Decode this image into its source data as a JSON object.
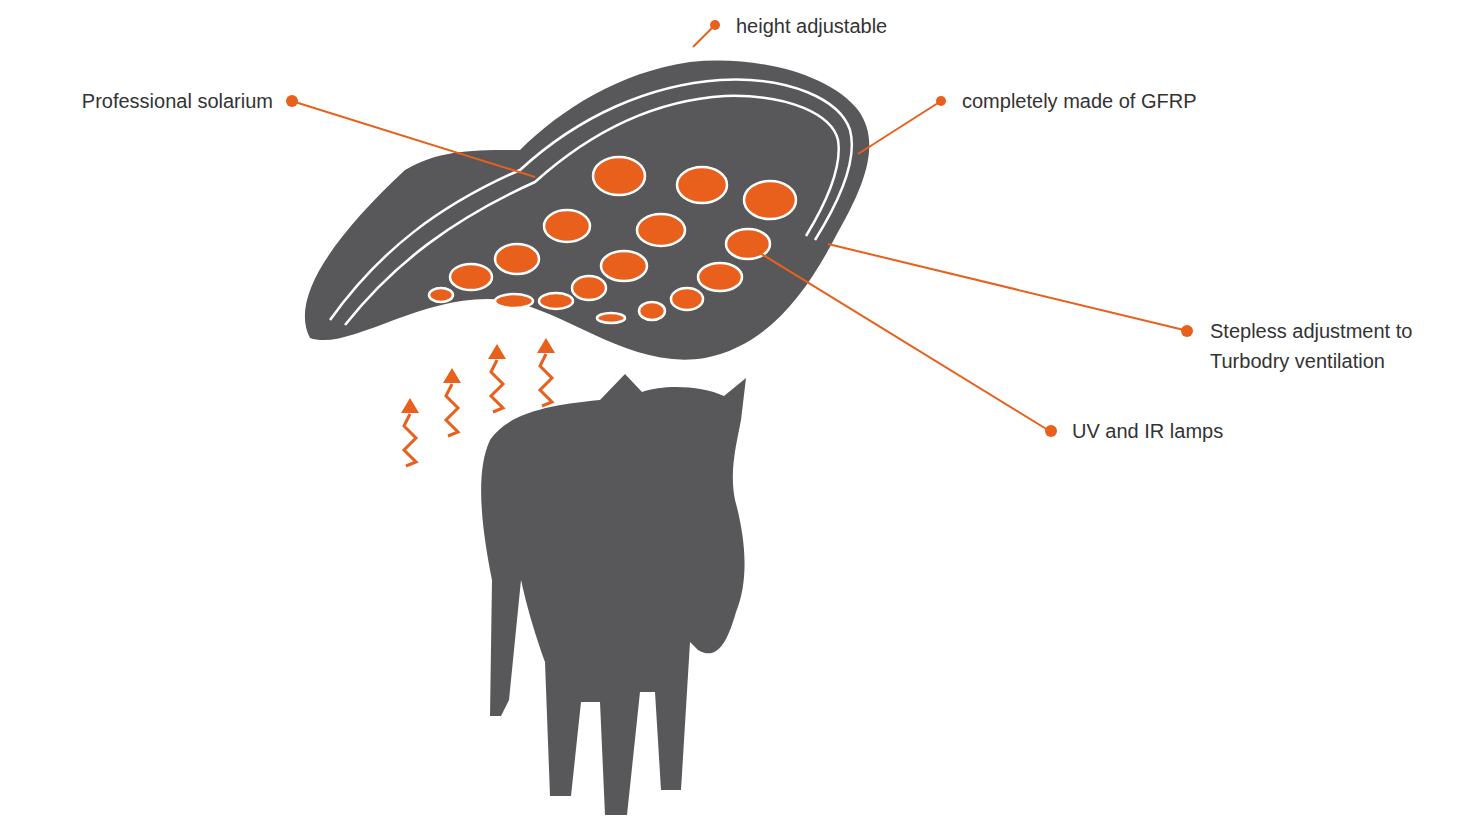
{
  "diagram": {
    "labels": [
      "height adjustable",
      "Professional solarium",
      "completely made of GFRP",
      "Stepless adjustment to Turbodry ventilation",
      "UV and IR lamps"
    ]
  }
}
